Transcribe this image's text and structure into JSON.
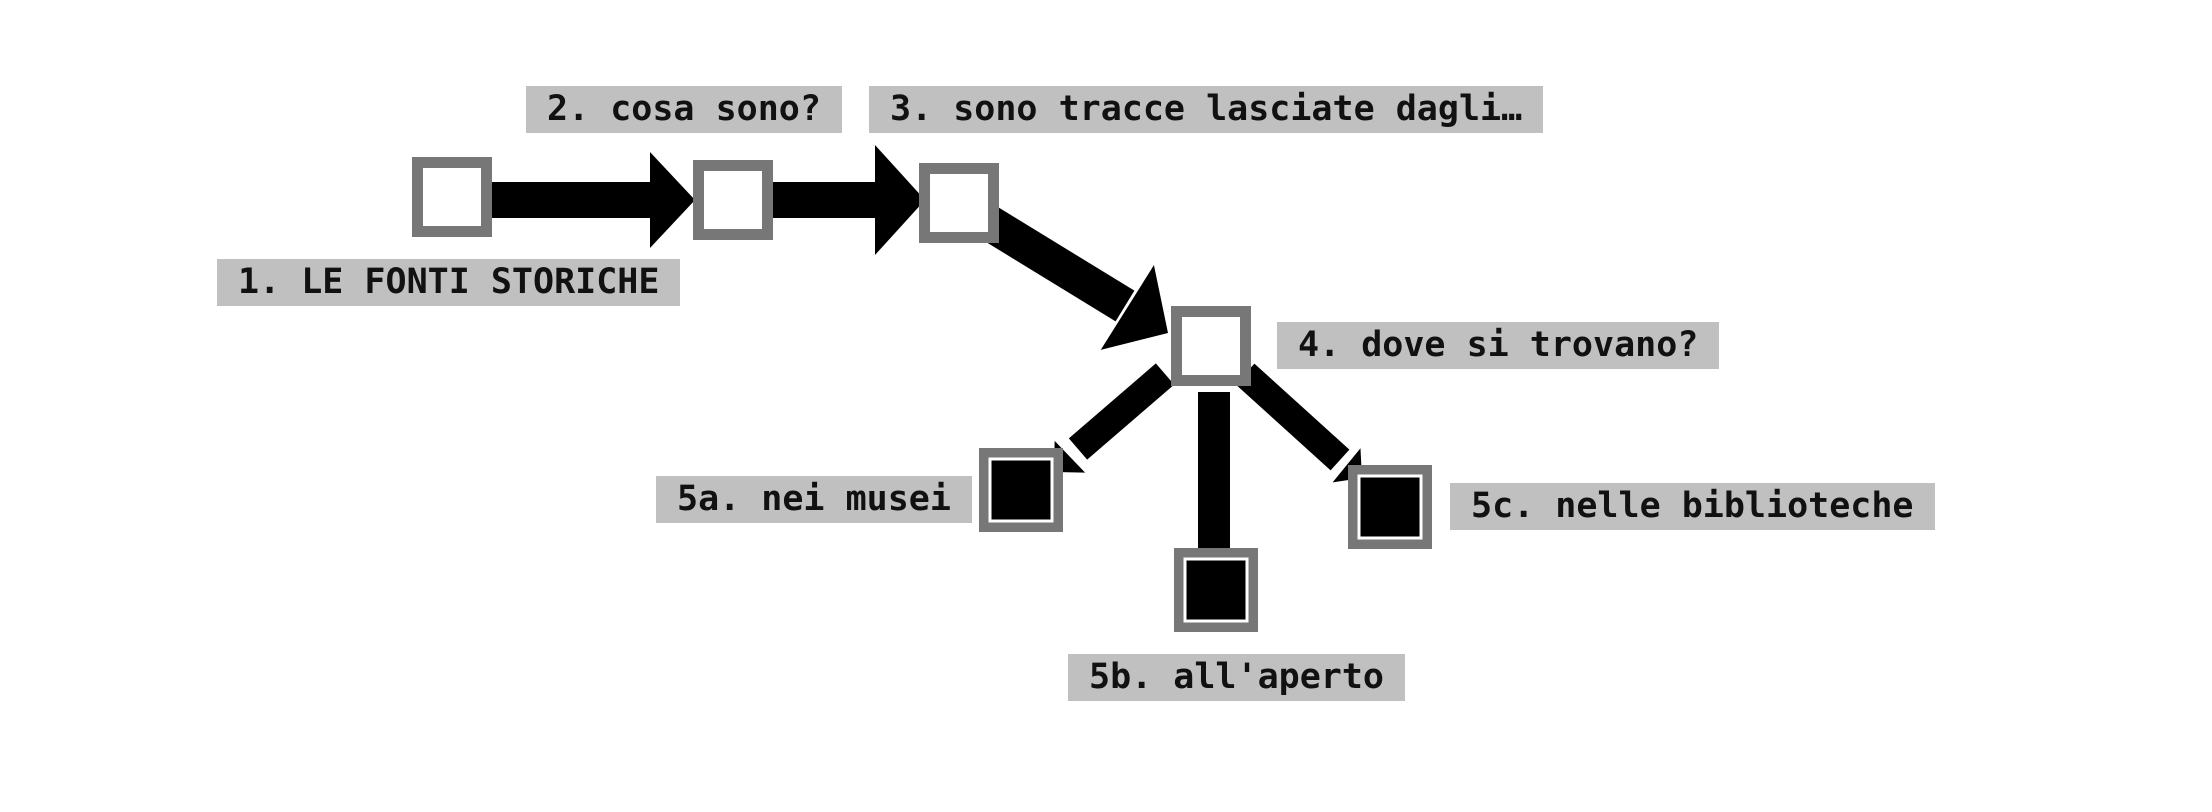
{
  "diagram": {
    "nodes": [
      {
        "id": "n1",
        "label": "1. LE FONTI STORICHE",
        "fill": "empty"
      },
      {
        "id": "n2",
        "label": "2. cosa sono?",
        "fill": "empty"
      },
      {
        "id": "n3",
        "label": "3. sono tracce lasciate dagli…",
        "fill": "empty"
      },
      {
        "id": "n4",
        "label": "4. dove si trovano?",
        "fill": "empty"
      },
      {
        "id": "n5a",
        "label": "5a. nei musei",
        "fill": "filled"
      },
      {
        "id": "n5b",
        "label": "5b. all'aperto",
        "fill": "filled"
      },
      {
        "id": "n5c",
        "label": "5c. nelle biblioteche",
        "fill": "filled"
      }
    ],
    "edges": [
      {
        "from": "n1",
        "to": "n2"
      },
      {
        "from": "n2",
        "to": "n3"
      },
      {
        "from": "n3",
        "to": "n4"
      },
      {
        "from": "n4",
        "to": "n5a"
      },
      {
        "from": "n4",
        "to": "n5b"
      },
      {
        "from": "n4",
        "to": "n5c"
      }
    ],
    "colors": {
      "node_border": "#777777",
      "node_fill_empty": "#ffffff",
      "node_fill_filled": "#000000",
      "edge": "#000000",
      "label_background": "#c0c0c0",
      "label_text": "#111111"
    }
  }
}
